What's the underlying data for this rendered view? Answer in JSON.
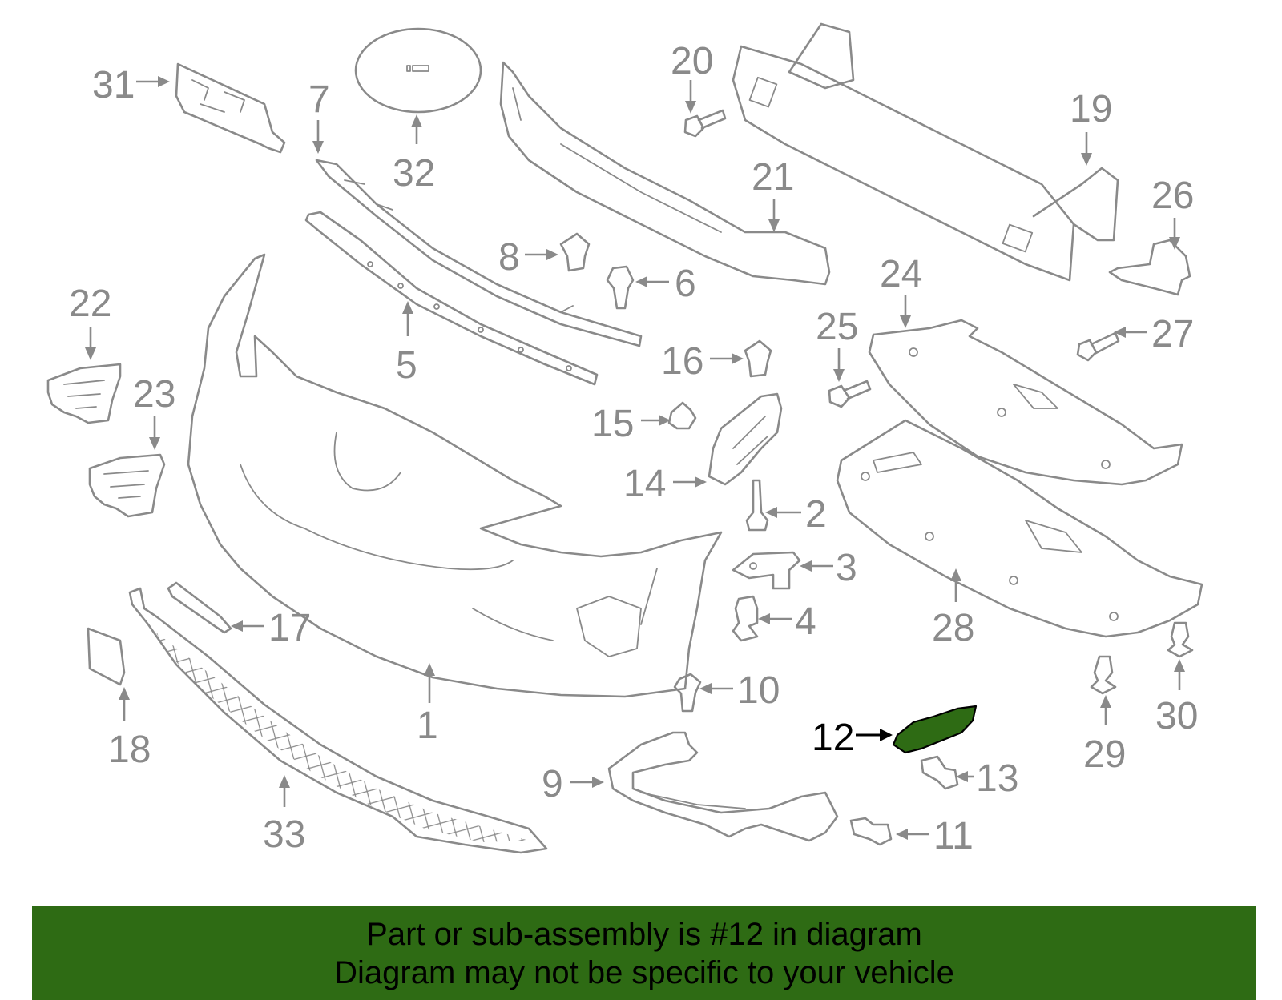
{
  "diagram": {
    "highlight_color": "#2e6b14",
    "highlighted_part": "12",
    "callouts": [
      "1",
      "2",
      "3",
      "4",
      "5",
      "6",
      "7",
      "8",
      "9",
      "10",
      "11",
      "12",
      "13",
      "14",
      "15",
      "16",
      "17",
      "18",
      "19",
      "20",
      "21",
      "22",
      "23",
      "24",
      "25",
      "26",
      "27",
      "28",
      "29",
      "30",
      "31",
      "32",
      "33"
    ]
  },
  "banner": {
    "background": "#2e6b14",
    "line1": "Part or sub-assembly is #12 in diagram",
    "line2": "Diagram may not be specific to your vehicle"
  }
}
